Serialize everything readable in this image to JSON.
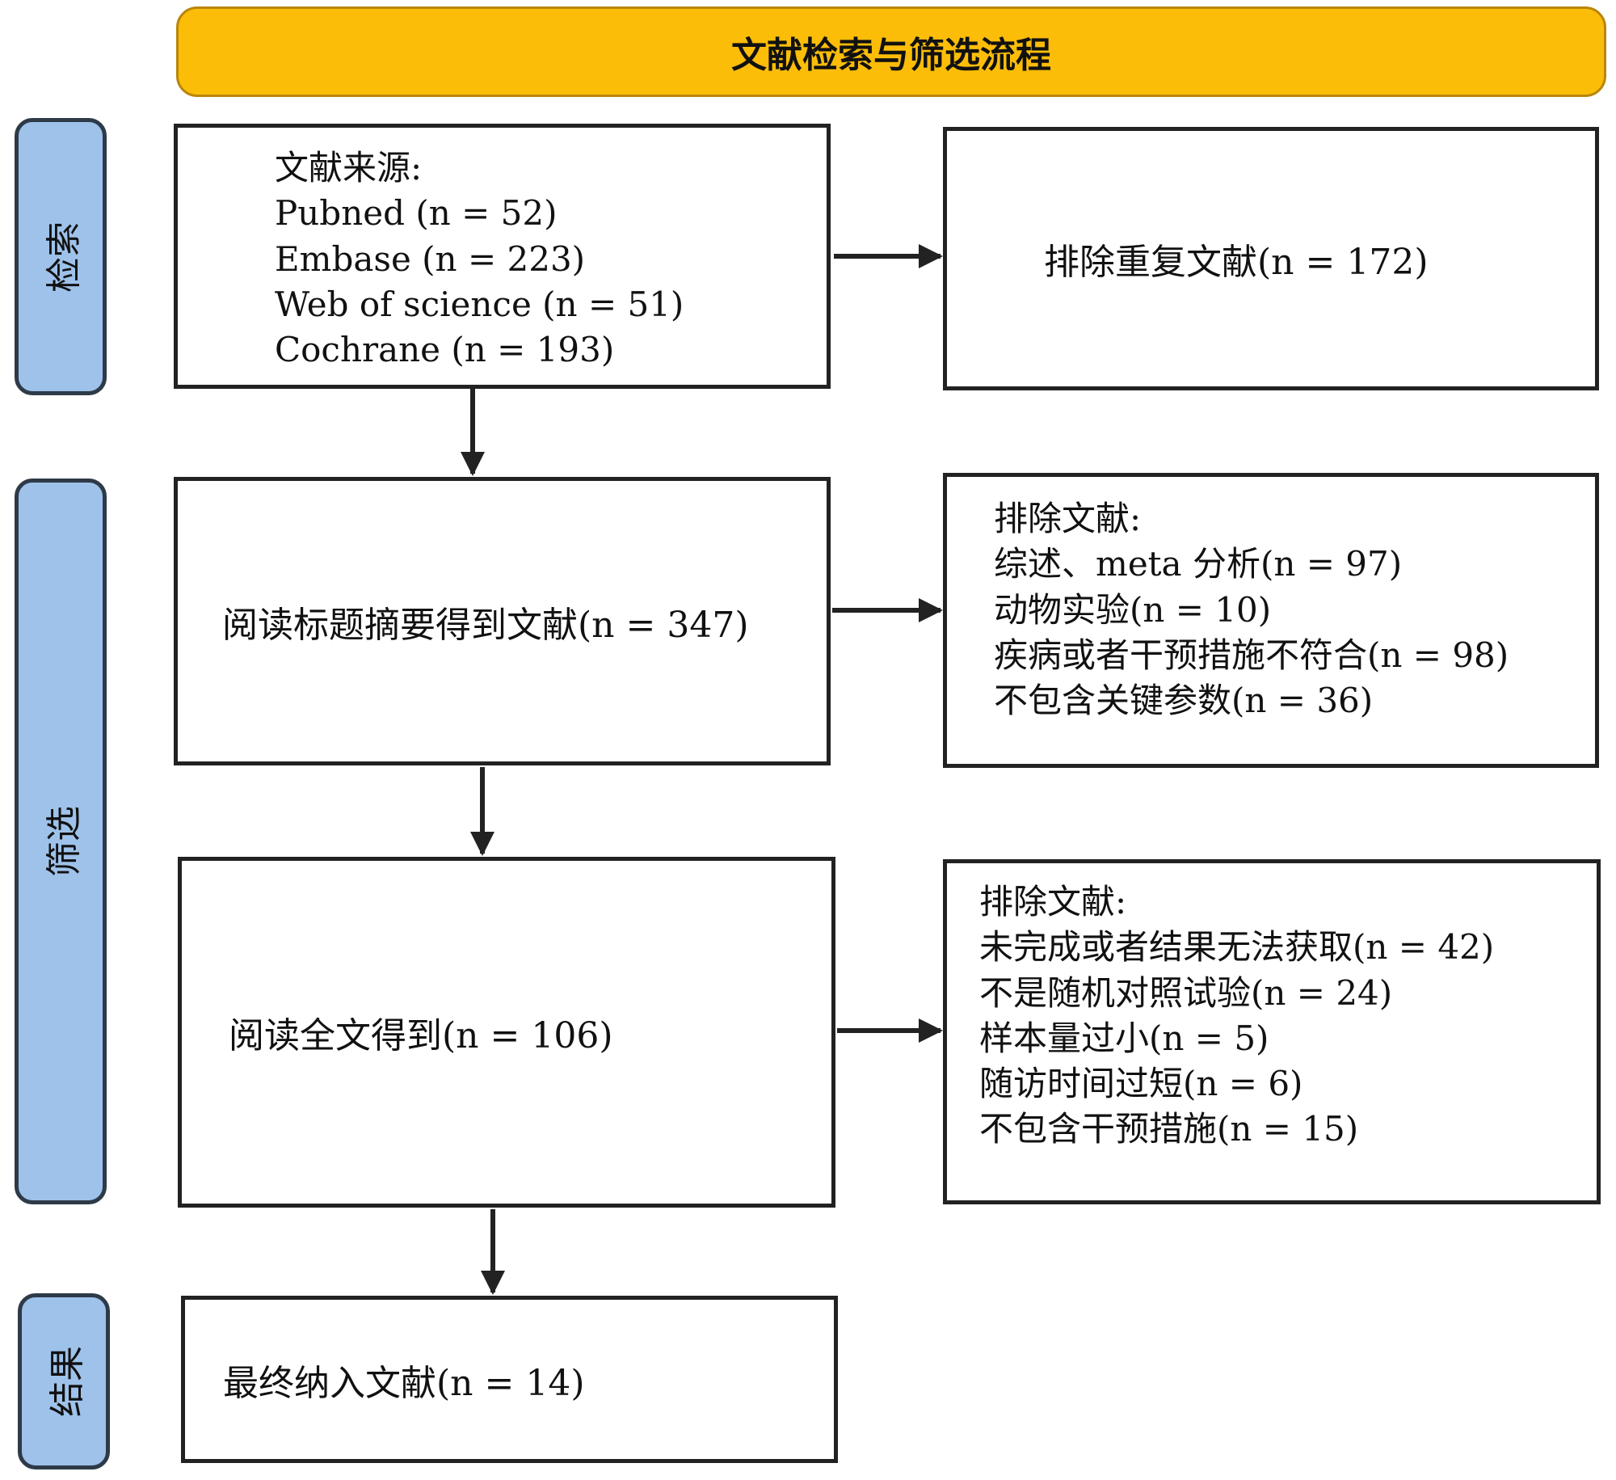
{
  "header": {
    "title": "文献检索与筛选流程"
  },
  "phases": {
    "search": "检索",
    "screening": "筛选",
    "result": "结果"
  },
  "sources": {
    "title": "文献来源:",
    "items": [
      "Pubned (n = 52)",
      "Embase (n = 223)",
      "Web of science (n = 51)",
      "Cochrane (n = 193)"
    ]
  },
  "duplicates": {
    "label": "排除重复文献(n = 172)"
  },
  "title_abstract": {
    "label": "阅读标题摘要得到文献(n = 347)"
  },
  "exclusions_1": {
    "title": "排除文献:",
    "items": [
      "综述、meta 分析(n = 97)",
      "动物实验(n = 10)",
      "疾病或者干预措施不符合(n = 98)",
      "不包含关键参数(n = 36)"
    ]
  },
  "full_text": {
    "label": "阅读全文得到(n = 106)"
  },
  "exclusions_2": {
    "title": "排除文献:",
    "items": [
      "未完成或者结果无法获取(n = 42)",
      "不是随机对照试验(n = 24)",
      "样本量过小(n = 5)",
      "随访时间过短(n = 6)",
      "不包含干预措施(n = 15)"
    ]
  },
  "final": {
    "label": "最终纳入文献(n = 14)"
  },
  "colors": {
    "title_fill": "#fbbd08",
    "phase_fill": "#9ec2ea",
    "box_border": "#222222"
  }
}
